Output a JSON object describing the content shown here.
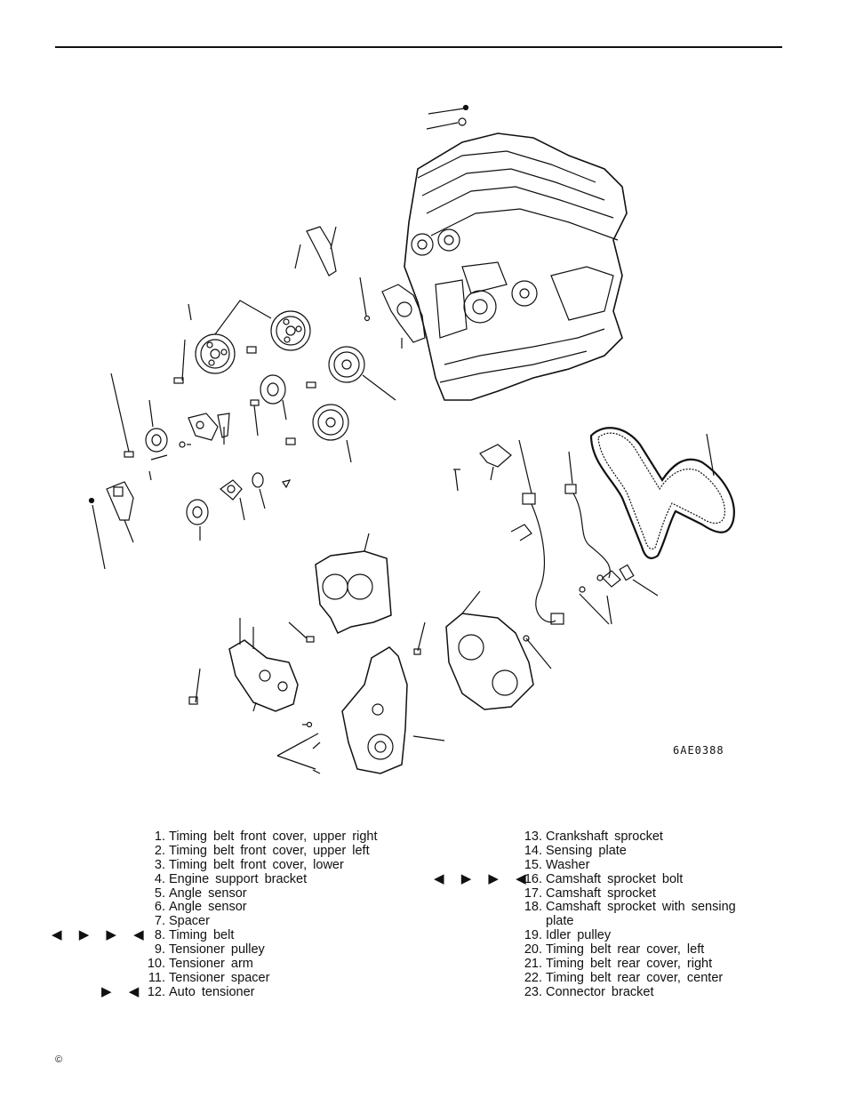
{
  "figure": {
    "code": "6AE0388"
  },
  "marks": {
    "quad": "◀ ▶ ▶ ◀",
    "pair": "▶ ◀"
  },
  "legend_left": [
    {
      "num": "1.",
      "text": "Timing belt front cover, upper right",
      "marks": ""
    },
    {
      "num": "2.",
      "text": "Timing belt front cover, upper left",
      "marks": ""
    },
    {
      "num": "3.",
      "text": "Timing belt front cover, lower",
      "marks": ""
    },
    {
      "num": "4.",
      "text": "Engine support bracket",
      "marks": ""
    },
    {
      "num": "5.",
      "text": "Angle sensor",
      "marks": ""
    },
    {
      "num": "6.",
      "text": "Angle sensor",
      "marks": ""
    },
    {
      "num": "7.",
      "text": "Spacer",
      "marks": ""
    },
    {
      "num": "8.",
      "text": "Timing belt",
      "marks": "◀ ▶ ▶ ◀"
    },
    {
      "num": "9.",
      "text": "Tensioner pulley",
      "marks": ""
    },
    {
      "num": "10.",
      "text": "Tensioner arm",
      "marks": ""
    },
    {
      "num": "11.",
      "text": "Tensioner spacer",
      "marks": ""
    },
    {
      "num": "12.",
      "text": "Auto tensioner",
      "marks": "▶ ◀"
    }
  ],
  "legend_right": [
    {
      "num": "13.",
      "text": "Crankshaft sprocket",
      "marks": ""
    },
    {
      "num": "14.",
      "text": "Sensing plate",
      "marks": ""
    },
    {
      "num": "15.",
      "text": "Washer",
      "marks": ""
    },
    {
      "num": "16.",
      "text": "Camshaft sprocket bolt",
      "marks": "◀ ▶ ▶ ◀"
    },
    {
      "num": "17.",
      "text": "Camshaft sprocket",
      "marks": ""
    },
    {
      "num": "18.",
      "text": "Camshaft sprocket with sensing",
      "marks": ""
    },
    {
      "num": "",
      "text": "plate",
      "marks": ""
    },
    {
      "num": "19.",
      "text": "Idler pulley",
      "marks": ""
    },
    {
      "num": "20.",
      "text": "Timing belt rear cover, left",
      "marks": ""
    },
    {
      "num": "21.",
      "text": "Timing belt rear cover, right",
      "marks": ""
    },
    {
      "num": "22.",
      "text": "Timing belt rear cover, center",
      "marks": ""
    },
    {
      "num": "23.",
      "text": "Connector bracket",
      "marks": ""
    }
  ],
  "footer": {
    "copyright": "©"
  }
}
